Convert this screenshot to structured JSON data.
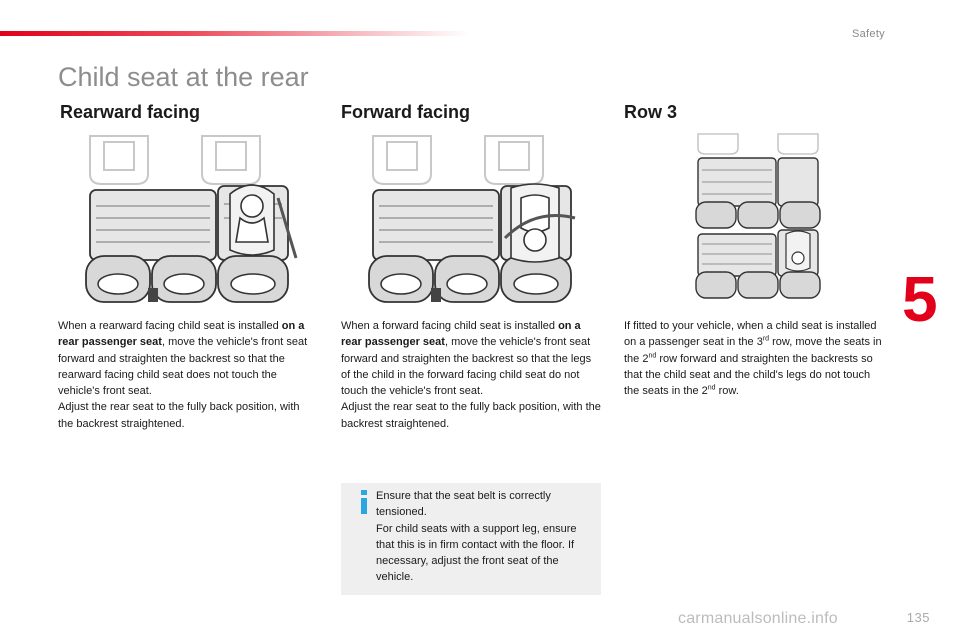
{
  "header": {
    "section": "Safety"
  },
  "page": {
    "title": "Child seat at the rear",
    "chapter_number": "5",
    "page_number": "135"
  },
  "columns": [
    {
      "heading": "Rearward facing",
      "figure_icon": "rear-seat-rearward-facing-child-seat-diagram",
      "paragraphs": [
        [
          "When a rearward facing child seat is installed ",
          "on a rear passenger seat",
          ", move the vehicle's front seat forward and straighten the backrest so that the rearward facing child seat does not touch the vehicle's front seat."
        ],
        [
          "Adjust the rear seat to the fully back position, with the backrest straightened."
        ]
      ]
    },
    {
      "heading": "Forward facing",
      "figure_icon": "rear-seat-forward-facing-child-seat-diagram",
      "paragraphs": [
        [
          "When a forward facing child seat is installed ",
          "on a rear passenger seat",
          ", move the vehicle's front seat forward and straighten the backrest so that the legs of the child in the forward facing child seat do not touch the vehicle's front seat."
        ],
        [
          "Adjust the rear seat to the fully back position, with the backrest straightened."
        ]
      ]
    },
    {
      "heading": "Row 3",
      "figure_icon": "third-row-child-seat-diagram",
      "paragraph_parts": [
        "If fitted to your vehicle, when a child seat is installed on a passenger seat in the 3",
        "rd",
        " row, move the seats in the 2",
        "nd",
        " row forward and straighten the backrests so that the child seat and the child's legs do not touch the seats in the 2",
        "nd",
        " row."
      ]
    }
  ],
  "note": {
    "icon": "info-icon",
    "lines": [
      "Ensure that the seat belt is correctly tensioned.",
      "For child seats with a support leg, ensure that this is in firm contact with the floor. If necessary, adjust the front seat of the vehicle."
    ]
  },
  "watermark": "carmanualsonline.info",
  "colors": {
    "accent": "#e2001a",
    "note_icon": "#2aa7e0",
    "note_bg": "#efefef"
  }
}
